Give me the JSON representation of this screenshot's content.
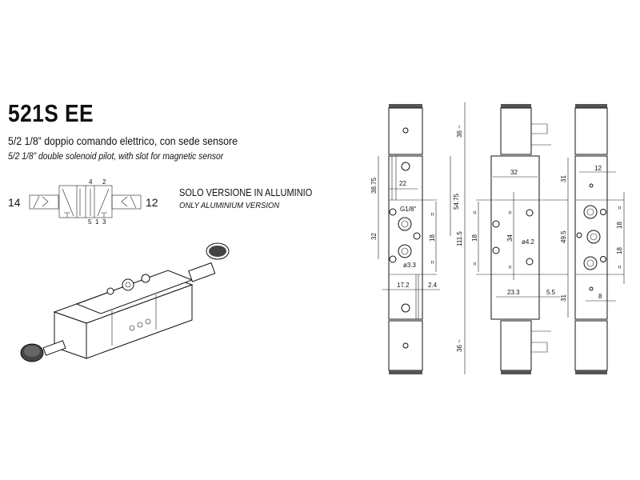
{
  "header": {
    "model": "521S EE",
    "subtitle_it": "5/2 1/8” doppio comando elettrico, con sede sensore",
    "subtitle_en": "5/2 1/8” double solenoid pilot, with slot for magnetic sensor"
  },
  "note": {
    "it": "SOLO VERSIONE IN ALLUMINIO",
    "en": "ONLY ALUMINIUM VERSION"
  },
  "symbol": {
    "pilot_left": "14",
    "pilot_right": "12",
    "port_4": "4",
    "port_2": "2",
    "port_5": "5",
    "port_1": "1",
    "port_3": "3"
  },
  "dims": {
    "side": {
      "coil_top": "36 ~",
      "d38_75": "38.75",
      "d22": "22",
      "d54_75": "54.75",
      "thread": "G1/8\"",
      "d32": "32",
      "d18": "18",
      "hole": "ø3.3",
      "d17_2": "17.2",
      "d2_4": "2.4",
      "eq": "="
    },
    "front": {
      "coil_top": "36 ~",
      "total": "111.5",
      "d32": "32",
      "d31_top": "31",
      "d18": "18",
      "d34": "34",
      "hole": "ø4.2",
      "d49_5": "49.5",
      "d23_3": "23.3",
      "d5_5": "5.5",
      "d31_bot": "31",
      "coil_bot": "36 ~",
      "eq": "="
    },
    "rear": {
      "d12": "12",
      "d18a": "18",
      "d18b": "18",
      "d8": "8",
      "eq": "="
    }
  }
}
